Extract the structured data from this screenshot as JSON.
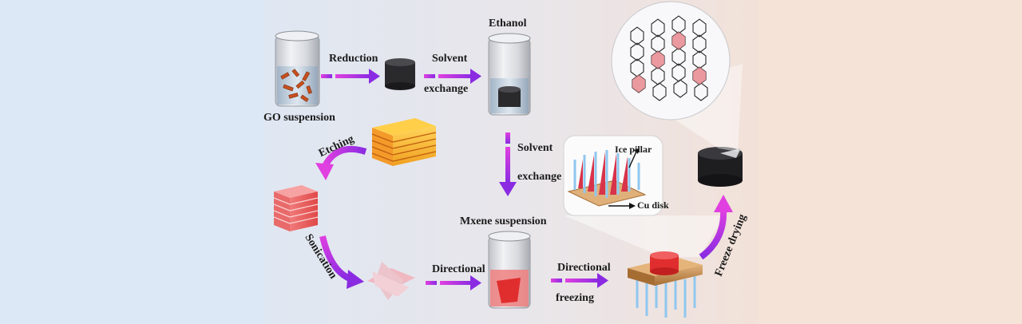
{
  "labels": {
    "go_suspension": "GO suspension",
    "reduction": "Reduction",
    "solvent_exchange_1a": "Solvent",
    "solvent_exchange_1b": "exchange",
    "ethanol": "Ethanol",
    "etching": "Etching",
    "solvent_exchange_2a": "Solvent",
    "solvent_exchange_2b": "exchange",
    "ice_pillar": "Ice pillar",
    "cu_disk": "Cu disk",
    "mxene_suspension": "Mxene suspension",
    "sonication": "Sonication",
    "directional_mixing": "Directional",
    "directional_freezing_a": "Directional",
    "directional_freezing_b": "freezing",
    "freeze_drying": "Freeze drying"
  },
  "colors": {
    "arrow_magenta": "#d21fd3",
    "arrow_purple": "#7b2be0",
    "go_flake": "#c8501e",
    "mxene_red": "#e23a3a",
    "ice_blue": "#8fc7ef",
    "copper": "#c8955a"
  }
}
